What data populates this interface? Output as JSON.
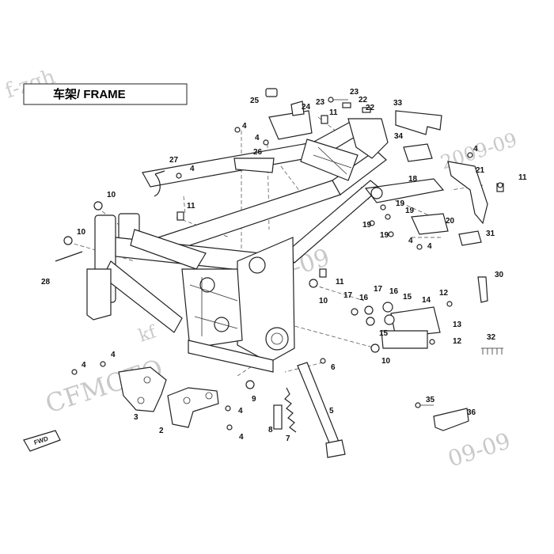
{
  "header": {
    "title": "车架/ FRAME"
  },
  "watermarks": [
    "f-zqh",
    "kf",
    "CFMOTO",
    "2009-09",
    "09-09",
    "2009-09"
  ],
  "badge": {
    "fwd_label": "FWD"
  },
  "callouts": [
    {
      "label": "25"
    },
    {
      "label": "24"
    },
    {
      "label": "23"
    },
    {
      "label": "23"
    },
    {
      "label": "22"
    },
    {
      "label": "22"
    },
    {
      "label": "33"
    },
    {
      "label": "4"
    },
    {
      "label": "11"
    },
    {
      "label": "4"
    },
    {
      "label": "26"
    },
    {
      "label": "27"
    },
    {
      "label": "4"
    },
    {
      "label": "34"
    },
    {
      "label": "4"
    },
    {
      "label": "21"
    },
    {
      "label": "11"
    },
    {
      "label": "18"
    },
    {
      "label": "10"
    },
    {
      "label": "11"
    },
    {
      "label": "19"
    },
    {
      "label": "19"
    },
    {
      "label": "19"
    },
    {
      "label": "19"
    },
    {
      "label": "20"
    },
    {
      "label": "4"
    },
    {
      "label": "31"
    },
    {
      "label": "4"
    },
    {
      "label": "10"
    },
    {
      "label": "28"
    },
    {
      "label": "30"
    },
    {
      "label": "11"
    },
    {
      "label": "10"
    },
    {
      "label": "17"
    },
    {
      "label": "17"
    },
    {
      "label": "16"
    },
    {
      "label": "16"
    },
    {
      "label": "15"
    },
    {
      "label": "14"
    },
    {
      "label": "12"
    },
    {
      "label": "15"
    },
    {
      "label": "13"
    },
    {
      "label": "12"
    },
    {
      "label": "10"
    },
    {
      "label": "32"
    },
    {
      "label": "4"
    },
    {
      "label": "4"
    },
    {
      "label": "6"
    },
    {
      "label": "9"
    },
    {
      "label": "3"
    },
    {
      "label": "2"
    },
    {
      "label": "4"
    },
    {
      "label": "4"
    },
    {
      "label": "5"
    },
    {
      "label": "8"
    },
    {
      "label": "7"
    },
    {
      "label": "35"
    },
    {
      "label": "36"
    }
  ]
}
